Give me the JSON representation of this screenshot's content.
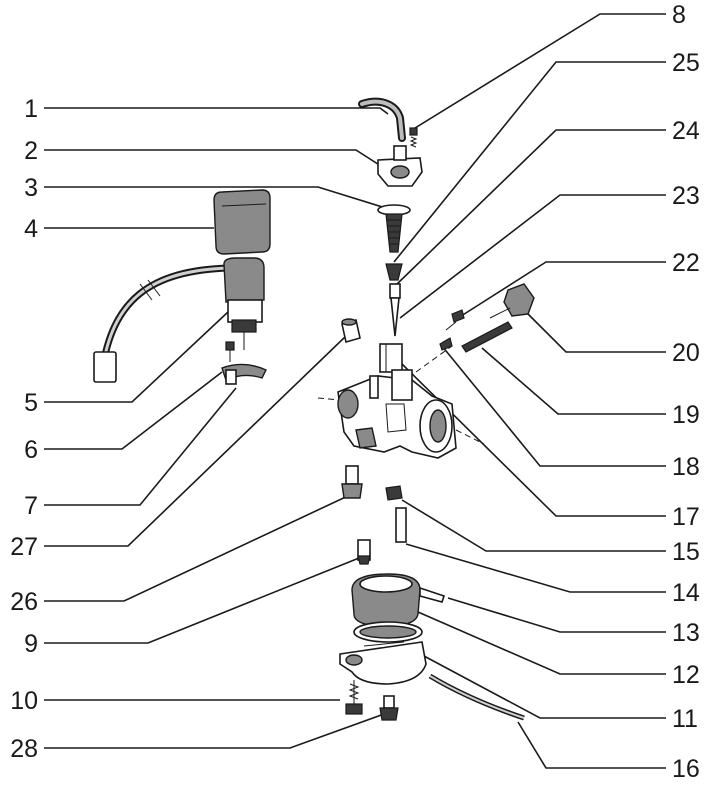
{
  "diagram": {
    "labels": {
      "p1": "1",
      "p2": "2",
      "p3": "3",
      "p4": "4",
      "p5": "5",
      "p6": "6",
      "p7": "7",
      "p8": "8",
      "p9": "9",
      "p10": "10",
      "p11": "11",
      "p12": "12",
      "p13": "13",
      "p14": "14",
      "p15": "15",
      "p16": "16",
      "p17": "17",
      "p18": "18",
      "p19": "19",
      "p20": "20",
      "p22": "22",
      "p23": "23",
      "p24": "24",
      "p25": "25",
      "p26": "26",
      "p27": "27",
      "p28": "28"
    }
  }
}
